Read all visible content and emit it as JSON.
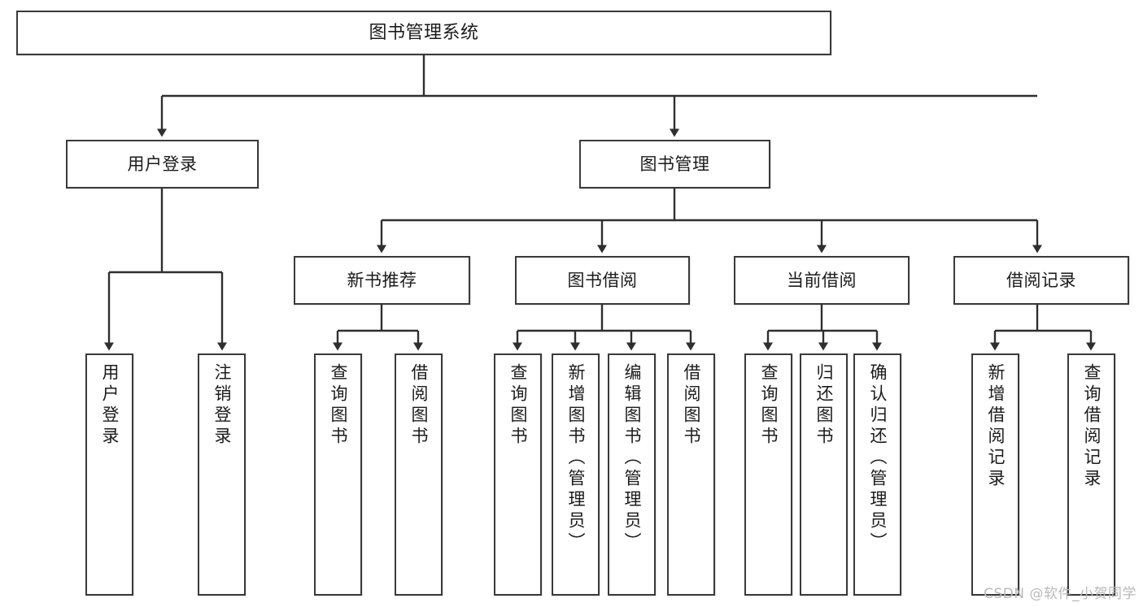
{
  "diagram": {
    "type": "tree",
    "title": "图书管理系统",
    "watermark": "CSDN @软件_小贺同学",
    "style": {
      "background": "#ffffff",
      "box_border": "#3a3a3a",
      "text": "#1b1b1b",
      "connector": "#2f2f2f",
      "watermark_color": "#b9b9b9"
    },
    "levels": [
      {
        "level": 0,
        "nodes": [
          {
            "id": "root",
            "label": "图书管理系统",
            "orientation": "horizontal"
          }
        ]
      },
      {
        "level": 1,
        "nodes": [
          {
            "id": "login",
            "label": "用户登录",
            "orientation": "horizontal",
            "parent": "root"
          },
          {
            "id": "bookmgmt",
            "label": "图书管理",
            "orientation": "horizontal",
            "parent": "root"
          }
        ]
      },
      {
        "level": 2,
        "nodes": [
          {
            "id": "newbook",
            "label": "新书推荐",
            "orientation": "horizontal",
            "parent": "bookmgmt"
          },
          {
            "id": "borrow",
            "label": "图书借阅",
            "orientation": "horizontal",
            "parent": "bookmgmt"
          },
          {
            "id": "current",
            "label": "当前借阅",
            "orientation": "horizontal",
            "parent": "bookmgmt"
          },
          {
            "id": "records",
            "label": "借阅记录",
            "orientation": "horizontal",
            "parent": "bookmgmt"
          }
        ]
      },
      {
        "level": 3,
        "nodes": [
          {
            "id": "leaf1",
            "label": "用户登录",
            "orientation": "vertical",
            "parent": "login"
          },
          {
            "id": "leaf2",
            "label": "注销登录",
            "orientation": "vertical",
            "parent": "login"
          },
          {
            "id": "leaf3",
            "label": "查询图书",
            "orientation": "vertical",
            "parent": "newbook"
          },
          {
            "id": "leaf4",
            "label": "借阅图书",
            "orientation": "vertical",
            "parent": "newbook"
          },
          {
            "id": "leaf5",
            "label": "查询图书",
            "orientation": "vertical",
            "parent": "borrow"
          },
          {
            "id": "leaf6",
            "label": "新增图书（管理员）",
            "orientation": "vertical",
            "parent": "borrow"
          },
          {
            "id": "leaf7",
            "label": "编辑图书（管理员）",
            "orientation": "vertical",
            "parent": "borrow"
          },
          {
            "id": "leaf8",
            "label": "借阅图书",
            "orientation": "vertical",
            "parent": "borrow"
          },
          {
            "id": "leaf9",
            "label": "查询图书",
            "orientation": "vertical",
            "parent": "current"
          },
          {
            "id": "leaf10",
            "label": "归还图书",
            "orientation": "vertical",
            "parent": "current"
          },
          {
            "id": "leaf11",
            "label": "确认归还（管理员）",
            "orientation": "vertical",
            "parent": "current"
          },
          {
            "id": "leaf12",
            "label": "新增借阅记录",
            "orientation": "vertical",
            "parent": "records"
          },
          {
            "id": "leaf13",
            "label": "查询借阅记录",
            "orientation": "vertical",
            "parent": "records"
          }
        ]
      }
    ]
  }
}
